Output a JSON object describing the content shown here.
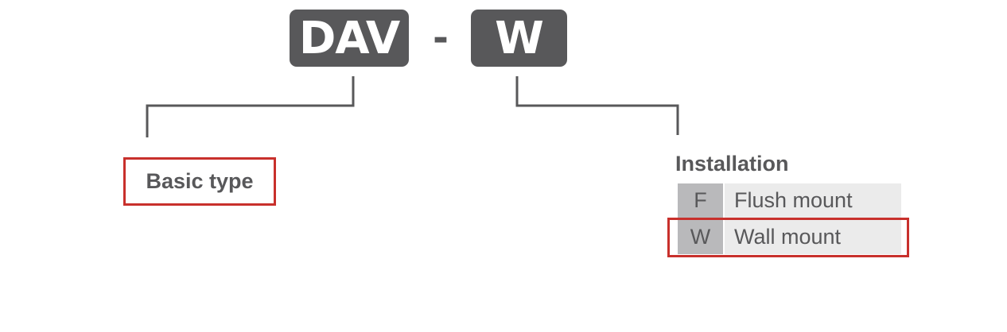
{
  "code": {
    "segments": [
      {
        "text": "DAV"
      },
      {
        "text": "W"
      }
    ],
    "separator": "-"
  },
  "basic_type": {
    "label": "Basic type"
  },
  "installation": {
    "title": "Installation",
    "options": [
      {
        "code": "F",
        "label": "Flush mount"
      },
      {
        "code": "W",
        "label": "Wall mount"
      }
    ],
    "selected_code": "W"
  },
  "colors": {
    "code_box": "#58585a",
    "text": "#58585a",
    "highlight": "#c8302c",
    "option_code_bg": "#b9b9bb",
    "option_label_bg": "#ebebeb"
  }
}
